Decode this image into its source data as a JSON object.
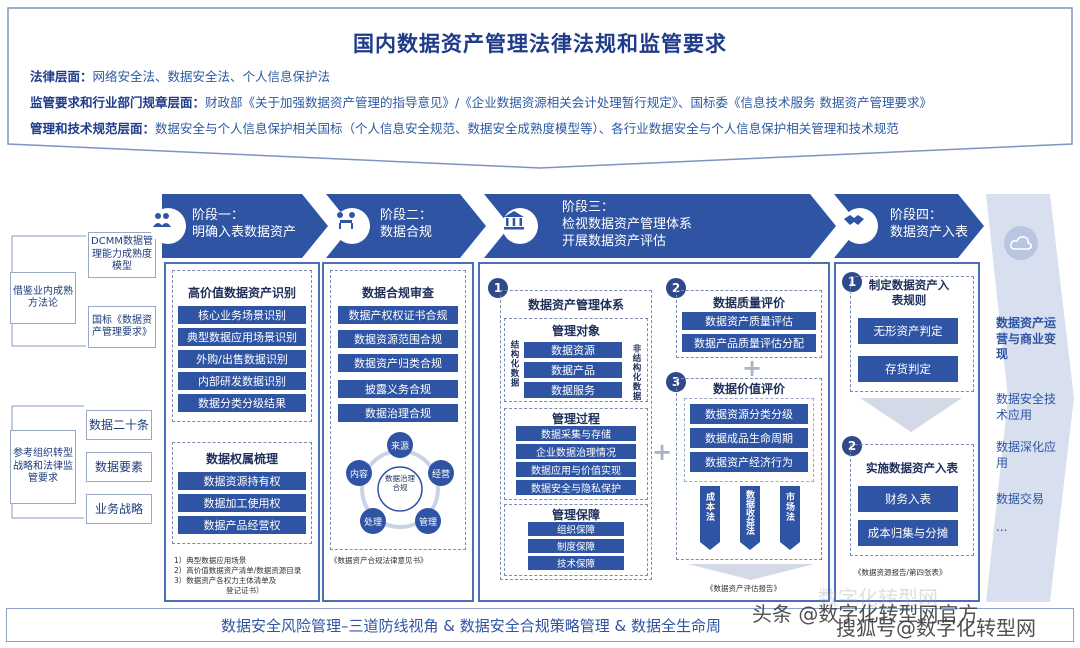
{
  "title": "国内数据资产管理法律法规和监管要求",
  "laws": [
    {
      "label": "法律层面：",
      "text": "网络安全法、数据安全法、个人信息保护法"
    },
    {
      "label": "监管要求和行业部门规章层面：",
      "text": "财政部《关于加强数据资产管理的指导意见》/《企业数据资源相关会计处理暂行规定》、国标委《信息技术服务 数据资产管理要求》"
    },
    {
      "label": "管理和技术规范层面：",
      "text": "数据安全与个人信息保护相关国标（个人信息安全规范、数据安全成熟度模型等）、各行业数据安全与个人信息保护相关管理和技术规范"
    }
  ],
  "left": {
    "group1_label": "借鉴业内成熟方法论",
    "group1_items": [
      "DCMM数据管理能力成熟度模型",
      "国标《数据资产管理要求》"
    ],
    "group2_label": "参考组织转型战略和法律监管要求",
    "group2_items": [
      "数据二十条",
      "数据要素",
      "业务战略"
    ]
  },
  "phases": [
    {
      "line1": "阶段一：",
      "line2": "明确入表数据资产",
      "icon": "people-icon"
    },
    {
      "line1": "阶段二：",
      "line2": "数据合规",
      "icon": "meeting-icon"
    },
    {
      "line1": "阶段三：",
      "line2": "检视数据资产管理体系",
      "line3": "开展数据资产评估",
      "icon": "bank-icon"
    },
    {
      "line1": "阶段四：",
      "line2": "数据资产入表",
      "icon": "handshake-icon"
    }
  ],
  "p1": {
    "h1": "高价值数据资产识别",
    "items1": [
      "核心业务场景识别",
      "典型数据应用场景识别",
      "外购/出售数据识别",
      "内部研发数据识别",
      "数据分类分级结果"
    ],
    "h2": "数据权属梳理",
    "items2": [
      "数据资源持有权",
      "数据加工使用权",
      "数据产品经营权"
    ],
    "notes": [
      "1）典型数据应用场景",
      "2）高价值数据资产清单/数据资源目录",
      "3）数据资产各权力主体清单及",
      "登记证书）"
    ]
  },
  "p2": {
    "h1": "数据合规审查",
    "items1": [
      "数据产权权证书合规",
      "数据资源范围合规",
      "数据资产归类合规"
    ],
    "items2": [
      "披露义务合规",
      "数据治理合规"
    ],
    "wheel_center": "数据治理合规",
    "wheel": [
      "来源",
      "经营",
      "管理",
      "处理",
      "内容"
    ],
    "note": "《数据资产合规法律意见书》"
  },
  "p3": {
    "n1": "1",
    "h1": "数据资产管理体系",
    "obj_h": "管理对象",
    "obj_left": "结构化数据",
    "obj_right": "非结构化数据",
    "obj_items": [
      "数据资源",
      "数据产品",
      "数据服务"
    ],
    "proc_h": "管理过程",
    "proc_items": [
      "数据采集与存储",
      "企业数据治理情况",
      "数据应用与价值实现",
      "数据安全与隐私保护"
    ],
    "guard_h": "管理保障",
    "guard_items": [
      "组织保障",
      "制度保障",
      "技术保障"
    ],
    "n2": "2",
    "h2": "数据质量评价",
    "q_items": [
      "数据资产质量评估",
      "数据产品质量评估分配"
    ],
    "n3": "3",
    "h3": "数据价值评价",
    "v_items": [
      "数据资源分类分级",
      "数据成品生命周期",
      "数据资产经济行为"
    ],
    "methods": [
      "成本法",
      "数据收益法",
      "市场法"
    ],
    "note": "《数据资产评估报告》"
  },
  "p4": {
    "n1": "1",
    "h1": "制定数据资产入表规则",
    "items1": [
      "无形资产判定",
      "存货判定"
    ],
    "n2": "2",
    "h2": "实施数据资产入表",
    "items2": [
      "财务入表",
      "成本归集与分摊"
    ],
    "note": "《数据资源报告/第四张表》"
  },
  "right": {
    "items": [
      "数据资产运营与商业变现",
      "数据安全技术应用",
      "数据深化应用",
      "数据交易",
      "..."
    ]
  },
  "bottom": "数据安全风险管理–三道防线视角 & 数据安全合规策略管理 & 数据全生命周",
  "watermarks": [
    "头条 @数字化转型网官方",
    "搜狐号@数字化转型网",
    "数字化转型网"
  ]
}
